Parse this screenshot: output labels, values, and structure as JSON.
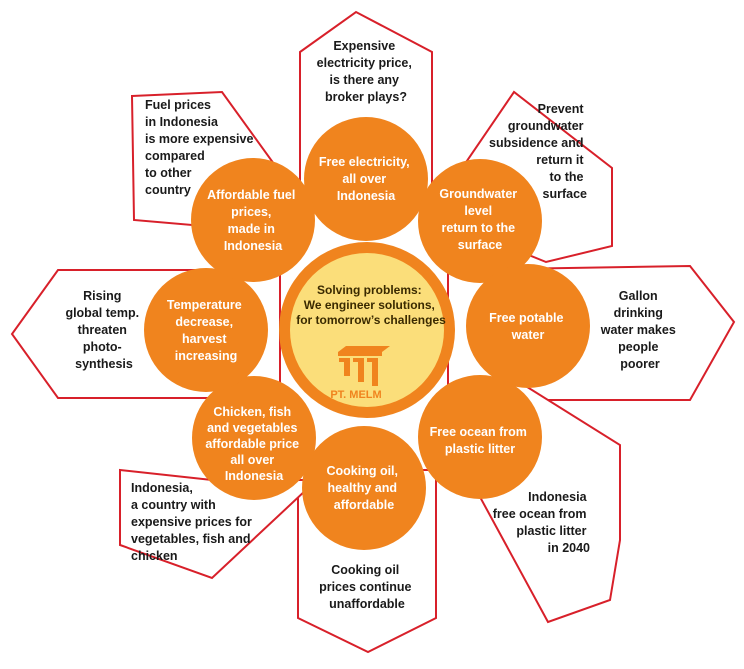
{
  "center": {
    "lines": [
      "Solving problems:",
      "We engineer solutions,",
      "for tomorrow’s challenges"
    ],
    "logo_label": "PT. MELM",
    "colors": {
      "ring": "#f0841e",
      "fill": "#fbde7a",
      "text": "#3a2a00"
    }
  },
  "petals": [
    {
      "id": "top",
      "lines": [
        "Expensive",
        "electricity price,",
        "is there any",
        "broker plays?"
      ]
    },
    {
      "id": "top-right",
      "lines": [
        "Prevent",
        "groundwater",
        "subsidence and",
        "return it",
        "to the",
        "surface"
      ]
    },
    {
      "id": "right",
      "lines": [
        "Gallon",
        "drinking",
        "water makes",
        "people",
        "poorer"
      ]
    },
    {
      "id": "bottom-right",
      "lines": [
        "Indonesia",
        "free ocean from",
        "plastic litter",
        "in 2040"
      ]
    },
    {
      "id": "bottom",
      "lines": [
        "Cooking oil",
        "prices continue",
        "unaffordable"
      ]
    },
    {
      "id": "bottom-left",
      "lines": [
        "Indonesia,",
        "a country with",
        "expensive prices for",
        "vegetables, fish and",
        "chicken"
      ]
    },
    {
      "id": "left",
      "lines": [
        "Rising",
        "global temp.",
        "threaten",
        "photo-",
        "synthesis"
      ]
    },
    {
      "id": "top-left",
      "lines": [
        "Fuel prices",
        "in Indonesia",
        "is more expensive",
        "compared",
        "to other",
        "country"
      ]
    }
  ],
  "circles": [
    {
      "id": "electricity",
      "lines": [
        "Free electricity,",
        "all over",
        "Indonesia"
      ]
    },
    {
      "id": "groundwater",
      "lines": [
        "Groundwater",
        "level",
        "return to the",
        "surface"
      ]
    },
    {
      "id": "water",
      "lines": [
        "Free potable",
        "water"
      ]
    },
    {
      "id": "ocean",
      "lines": [
        "Free ocean from",
        "plastic litter"
      ]
    },
    {
      "id": "cooking-oil",
      "lines": [
        "Cooking oil,",
        "healthy and",
        "affordable"
      ]
    },
    {
      "id": "food",
      "lines": [
        "Chicken, fish",
        "and vegetables",
        "affordable price",
        "all over",
        "Indonesia"
      ]
    },
    {
      "id": "temperature",
      "lines": [
        "Temperature",
        "decrease,",
        "harvest",
        "increasing"
      ]
    },
    {
      "id": "fuel",
      "lines": [
        "Affordable fuel",
        "prices,",
        "made in",
        "Indonesia"
      ]
    }
  ],
  "colors": {
    "petal_stroke": "#d8202a",
    "petal_fill": "#ffffff",
    "circle": "#f0841e",
    "circle_text": "#ffffff"
  }
}
